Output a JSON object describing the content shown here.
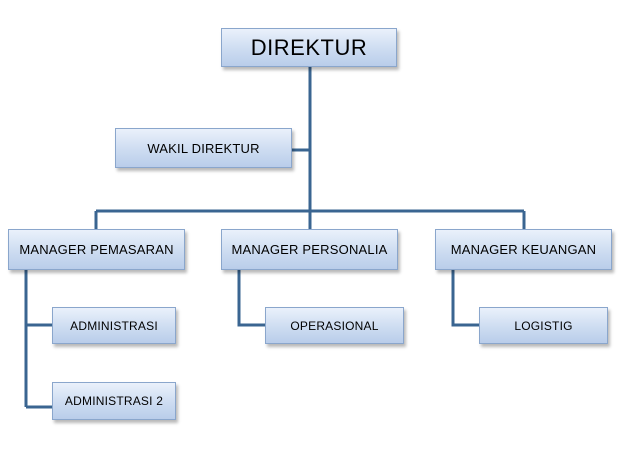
{
  "org_chart": {
    "root": {
      "label": "DIREKTUR"
    },
    "assistant": {
      "label": "WAKIL DIREKTUR"
    },
    "managers": [
      {
        "label": "MANAGER PEMASARAN",
        "subordinates": [
          "ADMINISTRASI",
          "ADMINISTRASI 2"
        ]
      },
      {
        "label": "MANAGER PERSONALIA",
        "subordinates": [
          "OPERASIONAL"
        ]
      },
      {
        "label": "MANAGER KEUANGAN",
        "subordinates": [
          "LOGISTIG"
        ]
      }
    ]
  },
  "colors": {
    "connector": "#3a6591",
    "box_border": "#8aa6cc",
    "box_fill_top": "#eaf1fb",
    "box_fill_bottom": "#b9cdea"
  }
}
